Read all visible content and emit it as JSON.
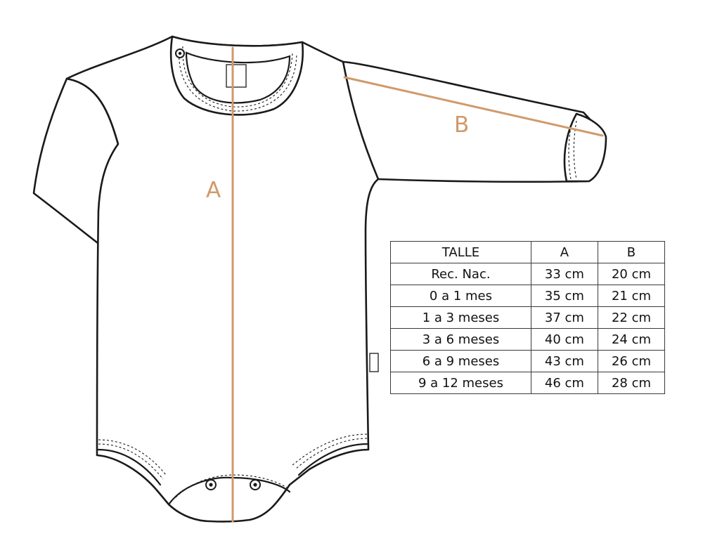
{
  "figure": {
    "labels": {
      "a": "A",
      "b": "B"
    },
    "colors": {
      "measure": "#d09a6a",
      "outline": "#1a1a1a"
    }
  },
  "size_table": {
    "headers": [
      "TALLE",
      "A",
      "B"
    ],
    "rows": [
      [
        "Rec. Nac.",
        "33 cm",
        "20 cm"
      ],
      [
        "0 a 1 mes",
        "35 cm",
        "21 cm"
      ],
      [
        "1 a 3 meses",
        "37 cm",
        "22 cm"
      ],
      [
        "3 a 6 meses",
        "40 cm",
        "24 cm"
      ],
      [
        "6 a 9 meses",
        "43 cm",
        "26 cm"
      ],
      [
        "9 a 12 meses",
        "46 cm",
        "28 cm"
      ]
    ]
  }
}
